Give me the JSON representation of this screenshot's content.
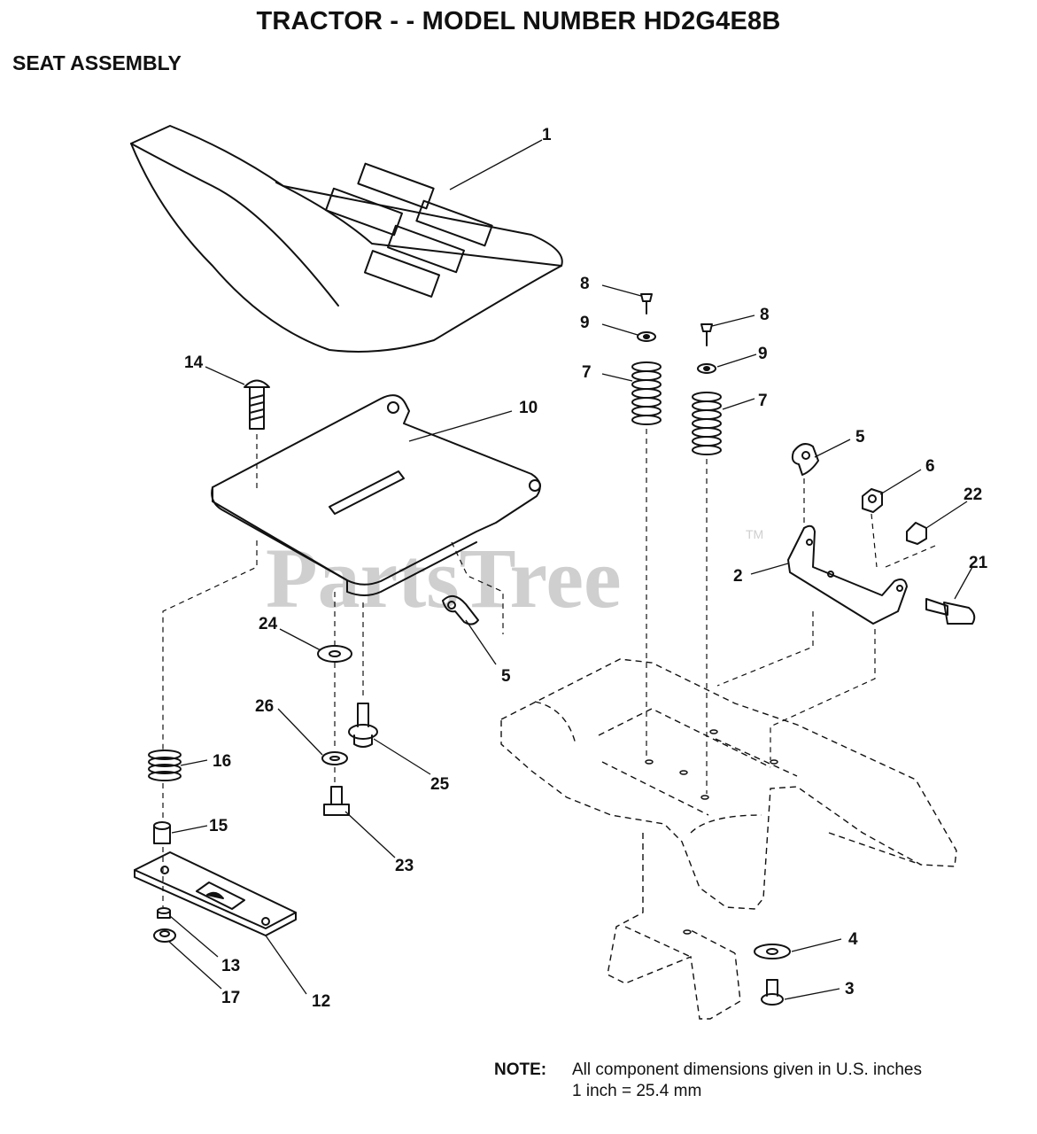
{
  "header": {
    "title": "TRACTOR - - MODEL NUMBER HD2G4E8B",
    "section": "SEAT ASSEMBLY"
  },
  "watermark": {
    "text": "PartsTree",
    "mark": "TM"
  },
  "callouts": {
    "c1": "1",
    "c2": "2",
    "c3": "3",
    "c4": "4",
    "c5a": "5",
    "c5b": "5",
    "c6": "6",
    "c7a": "7",
    "c7b": "7",
    "c8a": "8",
    "c8b": "8",
    "c9a": "9",
    "c9b": "9",
    "c10": "10",
    "c12": "12",
    "c13": "13",
    "c14": "14",
    "c15": "15",
    "c16": "16",
    "c17": "17",
    "c21": "21",
    "c22": "22",
    "c23": "23",
    "c24": "24",
    "c25": "25",
    "c26": "26"
  },
  "note": {
    "label": "NOTE:",
    "line1": "All component dimensions given in U.S. inches",
    "line2": "1 inch = 25.4 mm"
  }
}
